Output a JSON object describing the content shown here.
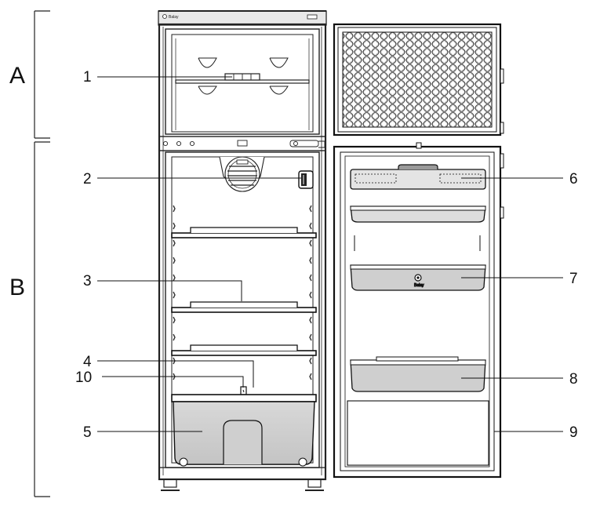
{
  "diagram": {
    "sections": [
      {
        "id": "A",
        "label": "A"
      },
      {
        "id": "B",
        "label": "B"
      }
    ],
    "callouts": [
      {
        "id": "1",
        "label": "1"
      },
      {
        "id": "2",
        "label": "2"
      },
      {
        "id": "3",
        "label": "3"
      },
      {
        "id": "4",
        "label": "4"
      },
      {
        "id": "10",
        "label": "10"
      },
      {
        "id": "5",
        "label": "5"
      },
      {
        "id": "6",
        "label": "6"
      },
      {
        "id": "7",
        "label": "7"
      },
      {
        "id": "8",
        "label": "8"
      },
      {
        "id": "9",
        "label": "9"
      }
    ],
    "brand": "Balay"
  }
}
